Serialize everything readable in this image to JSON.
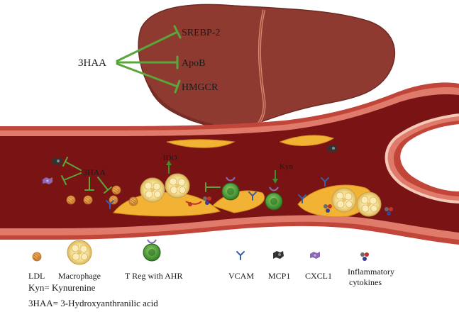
{
  "liver": {
    "source_label": "3HAA",
    "targets": [
      "SREBP-2",
      "ApoB",
      "HMGCR"
    ]
  },
  "vessel": {
    "source_label": "3HAA",
    "ido_label": "IDO",
    "kyn_label": "Kyn"
  },
  "legend": {
    "items": [
      {
        "label": "LDL",
        "icon": "ldl-icon"
      },
      {
        "label": "Macrophage",
        "icon": "macrophage-icon"
      },
      {
        "label": "T Reg with AHR",
        "icon": "treg-icon"
      },
      {
        "label": "VCAM",
        "icon": "vcam-icon"
      },
      {
        "label": "MCP1",
        "icon": "mcp1-icon"
      },
      {
        "label": "CXCL1",
        "icon": "cxcl1-icon"
      },
      {
        "label": "Inflammatory",
        "icon": "cytokines-icon"
      }
    ],
    "cytokines_line2": "cytokines"
  },
  "notes": {
    "kyn": "Kyn= Kynurenine",
    "haa": "3HAA= 3-Hydroxyanthranilic acid"
  },
  "colors": {
    "liver": "#8f3a31",
    "liver_dark": "#6d2a23",
    "vessel_wall": "#c2453a",
    "lumen": "#7a1414",
    "plaque": "#f2b233",
    "inhibit": "#5aa63a",
    "treg": "#3d8f2e",
    "vcam": "#3b5da8",
    "mcp1": "#3a3a3a",
    "cxcl1": "#8a6bb3"
  }
}
